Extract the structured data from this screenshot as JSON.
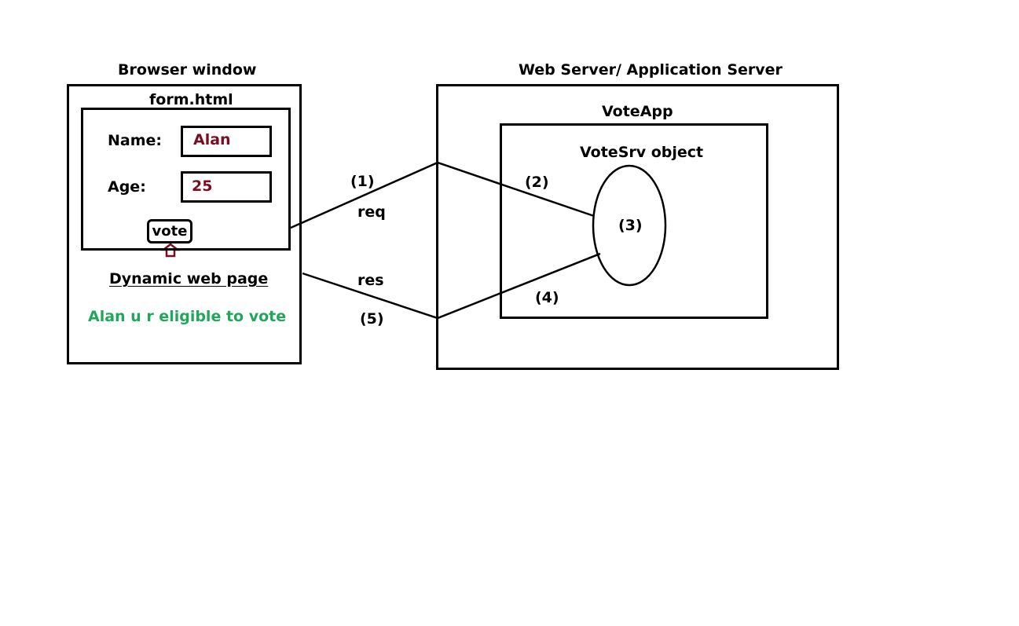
{
  "browser": {
    "title": "Browser window",
    "form_title": "form.html",
    "fields": [
      {
        "label": "Name:",
        "value": "Alan"
      },
      {
        "label": "Age:",
        "value": "25"
      }
    ],
    "vote_button": "vote",
    "dynamic_title": "Dynamic web page",
    "result_message": "Alan u r eligible to vote"
  },
  "server": {
    "title": "Web Server/ Application Server",
    "app_title": "VoteApp",
    "object_title": "VoteSrv object"
  },
  "steps": {
    "s1": "(1)",
    "s2": "(2)",
    "s3": "(3)",
    "s4": "(4)",
    "s5": "(5)",
    "req": "req",
    "res": "res"
  },
  "colors": {
    "value_text": "#7b0d20",
    "result_text": "#1fa85a",
    "arrow": "#7b0d20"
  }
}
